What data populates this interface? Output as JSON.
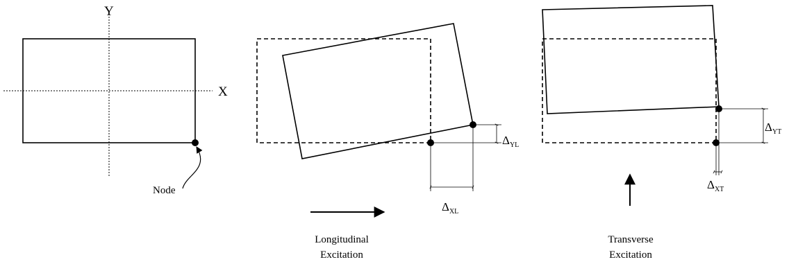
{
  "panel_original": {
    "axis_y": "Y",
    "axis_x": "X",
    "node_label": "Node"
  },
  "panel_longitudinal": {
    "delta_y": {
      "symbol": "Δ",
      "sub": "YL"
    },
    "delta_x": {
      "symbol": "Δ",
      "sub": "XL"
    },
    "caption_line1": "Longitudinal",
    "caption_line2": "Excitation"
  },
  "panel_transverse": {
    "delta_y": {
      "symbol": "Δ",
      "sub": "YT"
    },
    "delta_x": {
      "symbol": "Δ",
      "sub": "XT"
    },
    "caption_line1": "Transverse",
    "caption_line2": "Excitation"
  },
  "colors": {
    "stroke": "#000000",
    "background": "#ffffff"
  }
}
